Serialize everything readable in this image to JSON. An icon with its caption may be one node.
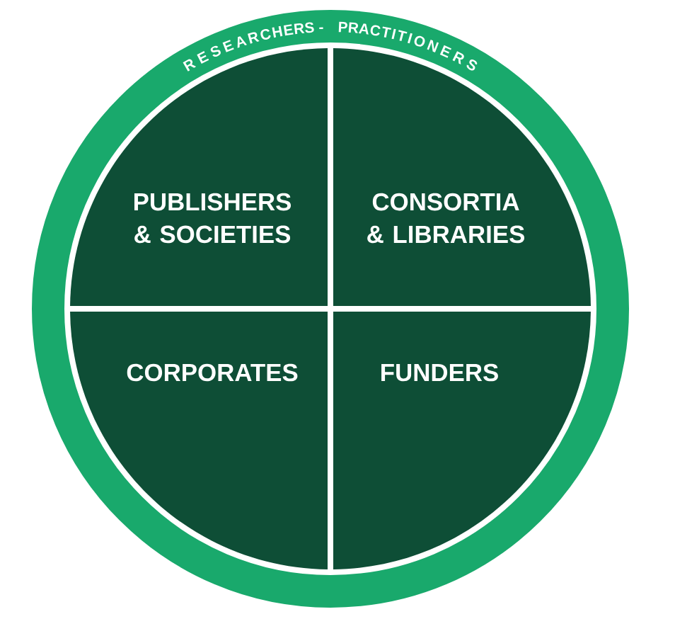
{
  "diagram": {
    "nodes": [
      {
        "text": [
          "RESEARCHERS - PRACTITIONERS"
        ]
      },
      {
        "text": [
          "PUBLISHERS & SOCIETIES"
        ],
        "in": 0
      },
      {
        "text": [
          "CONSORTIA & LIBRARIES"
        ],
        "in": 0
      },
      {
        "text": [
          "CORPORATES"
        ],
        "in": 0
      },
      {
        "text": [
          "FUNDERS"
        ],
        "in": 0
      }
    ]
  }
}
